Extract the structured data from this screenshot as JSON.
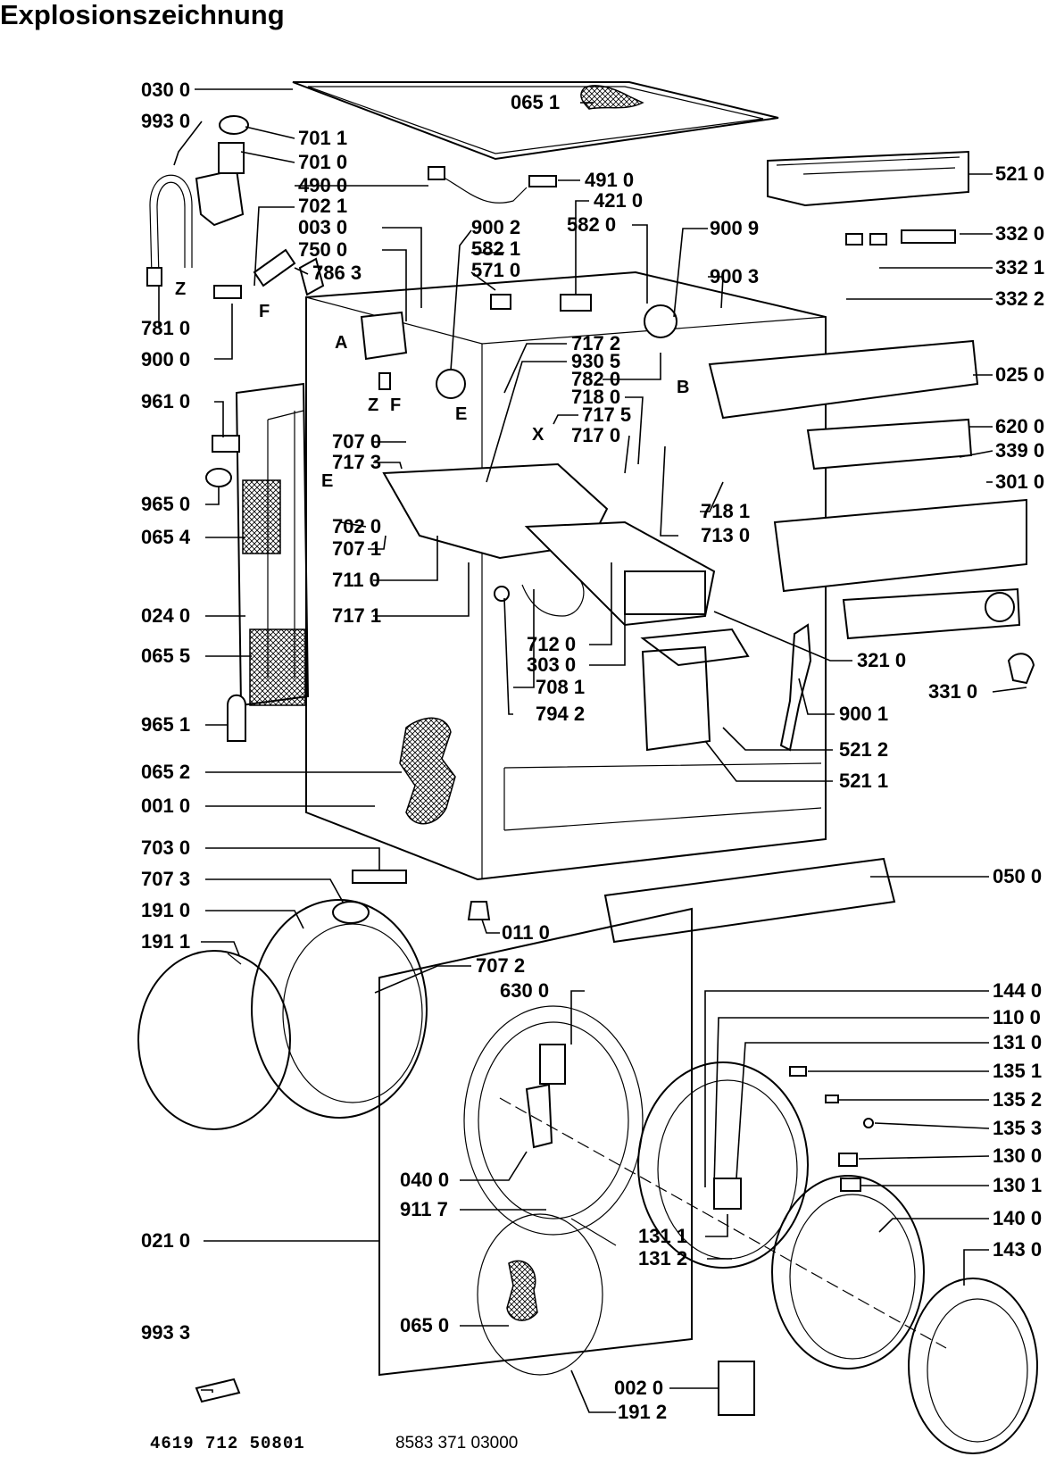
{
  "title": "Explosionszeichnung",
  "footer": {
    "doc_number": "4619 712 50801",
    "service_number": "8583 371 03000"
  },
  "labels": [
    {
      "id": "030_0",
      "text": "030 0"
    },
    {
      "id": "993_0",
      "text": "993 0"
    },
    {
      "id": "701_1",
      "text": "701 1"
    },
    {
      "id": "701_0",
      "text": "701 0"
    },
    {
      "id": "490_0",
      "text": "490 0"
    },
    {
      "id": "702_1",
      "text": "702 1"
    },
    {
      "id": "003_0",
      "text": "003 0"
    },
    {
      "id": "750_0",
      "text": "750 0"
    },
    {
      "id": "786_3",
      "text": "786 3"
    },
    {
      "id": "781_0",
      "text": "781 0"
    },
    {
      "id": "900_0",
      "text": "900 0"
    },
    {
      "id": "961_0",
      "text": "961 0"
    },
    {
      "id": "965_0",
      "text": "965 0"
    },
    {
      "id": "065_4",
      "text": "065 4"
    },
    {
      "id": "024_0",
      "text": "024 0"
    },
    {
      "id": "065_5",
      "text": "065 5"
    },
    {
      "id": "965_1",
      "text": "965 1"
    },
    {
      "id": "065_2",
      "text": "065 2"
    },
    {
      "id": "001_0",
      "text": "001 0"
    },
    {
      "id": "703_0",
      "text": "703 0"
    },
    {
      "id": "707_3b",
      "text": "707 3"
    },
    {
      "id": "191_0",
      "text": "191 0"
    },
    {
      "id": "191_1",
      "text": "191 1"
    },
    {
      "id": "021_0",
      "text": "021 0"
    },
    {
      "id": "993_3",
      "text": "993 3"
    },
    {
      "id": "065_1",
      "text": "065 1"
    },
    {
      "id": "491_0",
      "text": "491 0"
    },
    {
      "id": "421_0",
      "text": "421 0"
    },
    {
      "id": "582_0",
      "text": "582 0"
    },
    {
      "id": "900_2",
      "text": "900 2"
    },
    {
      "id": "582_1",
      "text": "582 1"
    },
    {
      "id": "571_0",
      "text": "571 0"
    },
    {
      "id": "900_9",
      "text": "900 9"
    },
    {
      "id": "900_3",
      "text": "900 3"
    },
    {
      "id": "521_0",
      "text": "521 0"
    },
    {
      "id": "332_0",
      "text": "332 0"
    },
    {
      "id": "332_1",
      "text": "332 1"
    },
    {
      "id": "332_2",
      "text": "332 2"
    },
    {
      "id": "025_0",
      "text": "025 0"
    },
    {
      "id": "620_0",
      "text": "620 0"
    },
    {
      "id": "339_0",
      "text": "339 0"
    },
    {
      "id": "301_0",
      "text": "301 0"
    },
    {
      "id": "717_2",
      "text": "717 2"
    },
    {
      "id": "930_5",
      "text": "930 5"
    },
    {
      "id": "782_0",
      "text": "782 0"
    },
    {
      "id": "718_0",
      "text": "718 0"
    },
    {
      "id": "717_5",
      "text": "717 5"
    },
    {
      "id": "717_0",
      "text": "717 0"
    },
    {
      "id": "707_0",
      "text": "707 0"
    },
    {
      "id": "717_3",
      "text": "717 3"
    },
    {
      "id": "702_0",
      "text": "702 0"
    },
    {
      "id": "707_1",
      "text": "707 1"
    },
    {
      "id": "711_0",
      "text": "711 0"
    },
    {
      "id": "717_1",
      "text": "717 1"
    },
    {
      "id": "718_1",
      "text": "718 1"
    },
    {
      "id": "713_0",
      "text": "713 0"
    },
    {
      "id": "712_0",
      "text": "712 0"
    },
    {
      "id": "303_0",
      "text": "303 0"
    },
    {
      "id": "708_1",
      "text": "708 1"
    },
    {
      "id": "794_2",
      "text": "794 2"
    },
    {
      "id": "321_0",
      "text": "321 0"
    },
    {
      "id": "331_0",
      "text": "331 0"
    },
    {
      "id": "900_1",
      "text": "900 1"
    },
    {
      "id": "521_2",
      "text": "521 2"
    },
    {
      "id": "521_1",
      "text": "521 1"
    },
    {
      "id": "050_0",
      "text": "050 0"
    },
    {
      "id": "011_0",
      "text": "011 0"
    },
    {
      "id": "707_2",
      "text": "707 2"
    },
    {
      "id": "630_0",
      "text": "630 0"
    },
    {
      "id": "144_0",
      "text": "144 0"
    },
    {
      "id": "110_0",
      "text": "110 0"
    },
    {
      "id": "131_0",
      "text": "131 0"
    },
    {
      "id": "135_1",
      "text": "135 1"
    },
    {
      "id": "135_2",
      "text": "135 2"
    },
    {
      "id": "135_3",
      "text": "135 3"
    },
    {
      "id": "130_0",
      "text": "130 0"
    },
    {
      "id": "130_1",
      "text": "130 1"
    },
    {
      "id": "140_0",
      "text": "140 0"
    },
    {
      "id": "143_0",
      "text": "143 0"
    },
    {
      "id": "040_0",
      "text": "040 0"
    },
    {
      "id": "911_7",
      "text": "911 7"
    },
    {
      "id": "131_1",
      "text": "131 1"
    },
    {
      "id": "131_2",
      "text": "131 2"
    },
    {
      "id": "065_0",
      "text": "065 0"
    },
    {
      "id": "002_0",
      "text": "002 0"
    },
    {
      "id": "191_2",
      "text": "191 2"
    }
  ],
  "letters": [
    {
      "id": "Z1",
      "text": "Z"
    },
    {
      "id": "F1",
      "text": "F"
    },
    {
      "id": "A",
      "text": "A"
    },
    {
      "id": "Z2",
      "text": "Z"
    },
    {
      "id": "F2",
      "text": "F"
    },
    {
      "id": "E1",
      "text": "E"
    },
    {
      "id": "B",
      "text": "B"
    },
    {
      "id": "X",
      "text": "X"
    },
    {
      "id": "E2",
      "text": "E"
    }
  ]
}
